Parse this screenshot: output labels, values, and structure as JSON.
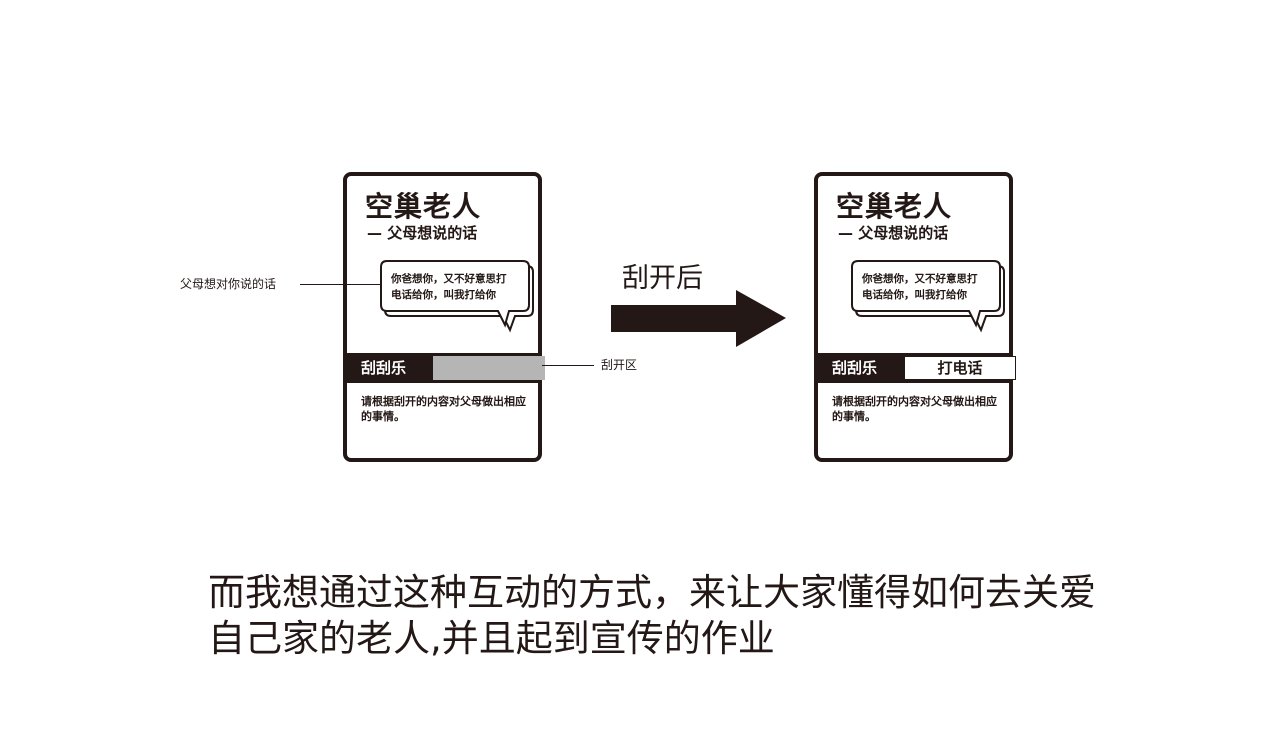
{
  "card_before": {
    "title": "空巢老人",
    "subtitle": "— 父母想说的话",
    "bubble_line1": "你爸想你，又不好意思打",
    "bubble_line2": "电话给你，叫我打给你",
    "band_label": "刮刮乐",
    "instruction": "请根据刮开的内容对父母做出相应的事情。"
  },
  "card_after": {
    "title": "空巢老人",
    "subtitle": "— 父母想说的话",
    "bubble_line1": "你爸想你，又不好意思打",
    "bubble_line2": "电话给你，叫我打给你",
    "band_label": "刮刮乐",
    "revealed_text": "打电话",
    "instruction": "请根据刮开的内容对父母做出相应的事情。"
  },
  "annotations": {
    "bubble_note": "父母想对你说的话",
    "scratch_note": "刮开区"
  },
  "arrow": {
    "label": "刮开后"
  },
  "caption": {
    "line1": "而我想通过这种互动的方式，来让大家懂得如何去关爱",
    "line2": "自己家的老人,并且起到宣传的作业"
  },
  "colors": {
    "ink": "#231815",
    "scratch_gray": "#b5b5b5",
    "background": "#ffffff"
  }
}
